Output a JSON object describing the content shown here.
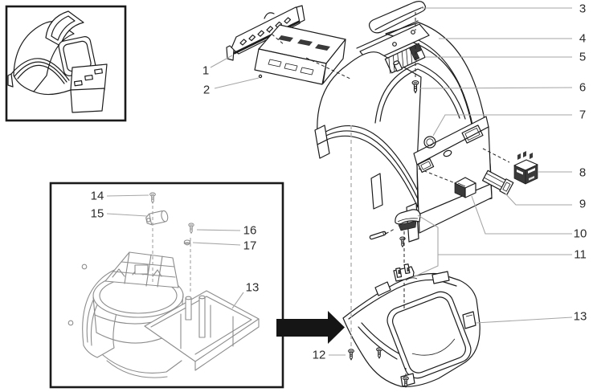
{
  "figure": {
    "kind": "exploded-parts-diagram",
    "background": "#ffffff",
    "line_color": "#1c1c1c",
    "secondary_line_color": "#8c8c8c",
    "leader_color": "#a6a6a6",
    "label_color": "#2b2b2b",
    "arrow_color": "#151515"
  },
  "callouts": {
    "n1": "1",
    "n2": "2",
    "n3": "3",
    "n4": "4",
    "n5": "5",
    "n6": "6",
    "n7": "7",
    "n8": "8",
    "n9": "9",
    "n10": "10",
    "n11": "11",
    "n12": "12",
    "n13": "13",
    "n14": "14",
    "n15": "15",
    "n16": "16",
    "n17": "17"
  }
}
